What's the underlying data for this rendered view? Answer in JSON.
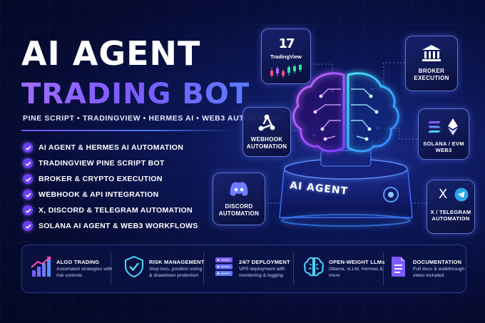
{
  "title_line1": "AI AGENT",
  "title_line2": "TRADING BOT",
  "subtitle": "PINE SCRIPT • TRADINGVIEW • HERMES AI • WEB3 AUTOMATION",
  "features": [
    "AI AGENT & HERMES AI AUTOMATION",
    "TRADINGVIEW PINE SCRIPT BOT",
    "BROKER & CRYPTO EXECUTION",
    "WEBHOOK & API INTEGRATION",
    "X, DISCORD & TELEGRAM AUTOMATION",
    "SOLANA AI AGENT & WEB3 WORKFLOWS"
  ],
  "cards": {
    "tradingview": "TradingView",
    "tradingview_logo": "17",
    "broker": [
      "BROKER",
      "EXECUTION"
    ],
    "webhook": [
      "WEBHOOK",
      "AUTOMATION"
    ],
    "solana": [
      "SOLANA / EVM",
      "WEB3"
    ],
    "discord": [
      "DISCORD",
      "AUTOMATION"
    ],
    "telegram": [
      "X / TELEGRAM",
      "AUTOMATION"
    ],
    "x_glyph": "X"
  },
  "center_label": "AI AGENT",
  "bottom": [
    {
      "title": "ALGO TRADING",
      "desc": "Automated strategies with risk controls"
    },
    {
      "title": "RISK MANAGEMENT",
      "desc": "Stop loss, position sizing & drawdown protection"
    },
    {
      "title": "24/7 DEPLOYMENT",
      "desc": "VPS deployment with monitoring & logging"
    },
    {
      "title": "OPEN-WEIGHT LLMs",
      "desc": "Ollama, vLLM, Hermes & more"
    },
    {
      "title": "DOCUMENTATION",
      "desc": "Full docs & walkthrough video included"
    }
  ],
  "colors": {
    "accent_purple": "#7c4dff",
    "accent_blue": "#4f7bff",
    "neon_cyan": "#39d0ff",
    "neon_magenta": "#c04dff",
    "background": "#060b30"
  }
}
